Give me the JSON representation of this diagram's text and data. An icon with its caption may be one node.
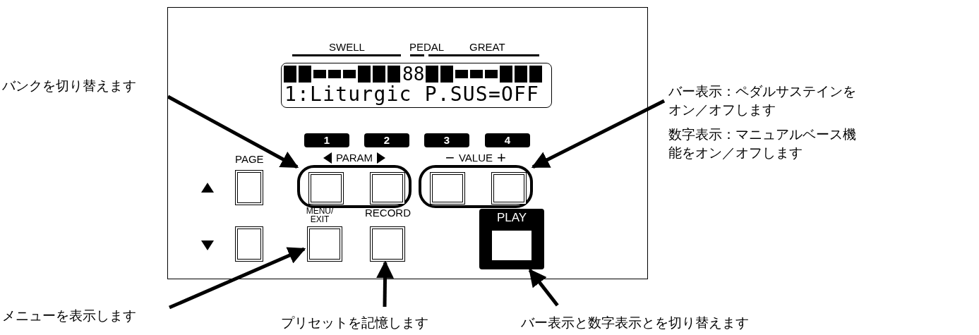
{
  "diagram": {
    "nodes": [
      {
        "text": [],
        "shape": "box"
      },
      {
        "text": [
          "88",
          "1:Liturgic P.SUS=OFF"
        ],
        "in": 0
      },
      {
        "text": [
          "1"
        ],
        "in": 0
      },
      {
        "text": [
          "2"
        ],
        "in": 0
      },
      {
        "text": [
          "3"
        ],
        "in": 0
      },
      {
        "text": [
          "4"
        ],
        "in": 0
      },
      {
        "text": [
          "PAGE"
        ],
        "in": 0
      },
      {
        "text": [
          "PARAM"
        ],
        "in": 0
      },
      {
        "text": [],
        "shape": "box",
        "in": 7
      },
      {
        "text": [],
        "shape": "box",
        "in": 7
      },
      {
        "text": [
          "VALUE"
        ],
        "in": 0
      },
      {
        "text": [],
        "shape": "box",
        "in": 10
      },
      {
        "text": [],
        "shape": "box",
        "in": 10
      },
      {
        "text": [],
        "shape": "box",
        "in": 0
      },
      {
        "text": [
          "MENU/ EXIT"
        ],
        "in": 0
      },
      {
        "text": [
          "RECORD"
        ],
        "in": 0
      },
      {
        "text": [
          "PLAY"
        ],
        "in": 0
      },
      {
        "text": [
          "バンクを切り替えます"
        ]
      },
      {
        "text": [
          "バー表示：ペダルサステインをオン／オフします",
          "数字表示：マニュアルベース機能をオン／オフします"
        ]
      },
      {
        "text": [
          "メニューを表示します"
        ]
      },
      {
        "text": [
          "プリセットを記憶します"
        ]
      },
      {
        "text": [
          "バー表示と数字表示とを切り替えます"
        ]
      }
    ],
    "edges": [
      {
        "from": 17,
        "to": 7,
        "arrow": "to"
      },
      {
        "from": 18,
        "to": 10,
        "arrow": "to"
      },
      {
        "from": 19,
        "to": 14,
        "arrow": "to"
      },
      {
        "from": 20,
        "to": 15,
        "arrow": "to"
      },
      {
        "from": 21,
        "to": 16,
        "arrow": "to"
      }
    ],
    "labels": [
      "SWELL",
      "PEDAL",
      "GREAT",
      "−",
      "+"
    ]
  }
}
